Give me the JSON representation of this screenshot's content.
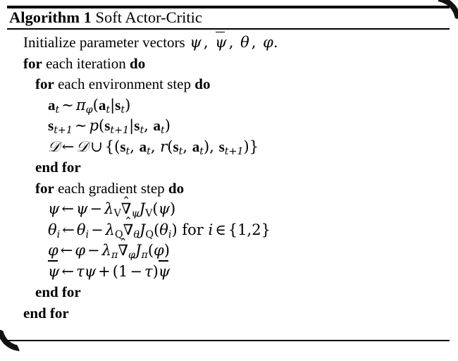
{
  "document": {
    "type": "algorithm-pseudocode-block",
    "title_keyword": "Algorithm 1",
    "title_name": "Soft Actor-Critic",
    "background_color": "#ffffff",
    "text_color": "#000000"
  },
  "lines": [
    {
      "id": "line-initialize",
      "indent": 0,
      "text": "Initialize parameter vectors ψ, ψ̄, θ, φ."
    },
    {
      "id": "line-for-iteration",
      "indent": 0,
      "text": "for each iteration do"
    },
    {
      "id": "line-for-env-step",
      "indent": 1,
      "text": "for each environment step do"
    },
    {
      "id": "line-sample-action",
      "indent": 2,
      "text": "a_t ∼ π_φ(a_t|s_t)"
    },
    {
      "id": "line-sample-next-state",
      "indent": 2,
      "text": "s_{t+1} ∼ p(s_{t+1}|s_t, a_t)"
    },
    {
      "id": "line-replay-buffer",
      "indent": 2,
      "text": "D ← D ∪ {(s_t, a_t, r(s_t, a_t), s_{t+1})}"
    },
    {
      "id": "line-end-for-env",
      "indent": 1,
      "text": "end for"
    },
    {
      "id": "line-for-gradient-step",
      "indent": 1,
      "text": "for each gradient step do"
    },
    {
      "id": "line-update-psi",
      "indent": 2,
      "text": "ψ ← ψ − λ_V ∇̂_ψ J_V(ψ)"
    },
    {
      "id": "line-update-theta",
      "indent": 2,
      "text": "θ_i ← θ_i − λ_Q ∇̂_{θ_i} J_Q(θ_i) for i ∈ {1, 2}"
    },
    {
      "id": "line-update-phi",
      "indent": 2,
      "text": "φ ← φ − λ_π ∇̂_φ J_π(φ)"
    },
    {
      "id": "line-update-target-psi",
      "indent": 2,
      "text": "ψ̄ ← τψ + (1 − τ)ψ̄"
    },
    {
      "id": "line-end-for-gradient",
      "indent": 1,
      "text": "end for"
    },
    {
      "id": "line-end-for-iteration",
      "indent": 0,
      "text": "end for"
    }
  ],
  "tokens": {
    "initialize": "Initialize parameter vectors",
    "for": "for",
    "do": "do",
    "end_for": "end for",
    "each_iteration": "each iteration",
    "each_environment_step": "each environment step",
    "each_gradient_step": "each gradient step",
    "for_lower": "for",
    "period": ".",
    "comma": ",",
    "psi": "ψ",
    "theta": "θ",
    "phi": "φ",
    "tau": "τ",
    "lambda": "λ",
    "pi": "π",
    "nabla": "∇",
    "hat": "ˆ",
    "sim": "∼",
    "gets": "←",
    "cup": "∪",
    "in": "∈",
    "minus": "−",
    "plus": "+",
    "bold_a": "a",
    "bold_s": "s",
    "cal_D": "𝒟",
    "J": "J",
    "p": "p",
    "r": "r",
    "i": "i",
    "V": "V",
    "Q": "Q",
    "t": "t",
    "t_plus_1": "t+1",
    "one": "1",
    "two": "2",
    "mid": "|",
    "lparen": "(",
    "rparen": ")",
    "lbrace": "{",
    "rbrace": "}"
  }
}
